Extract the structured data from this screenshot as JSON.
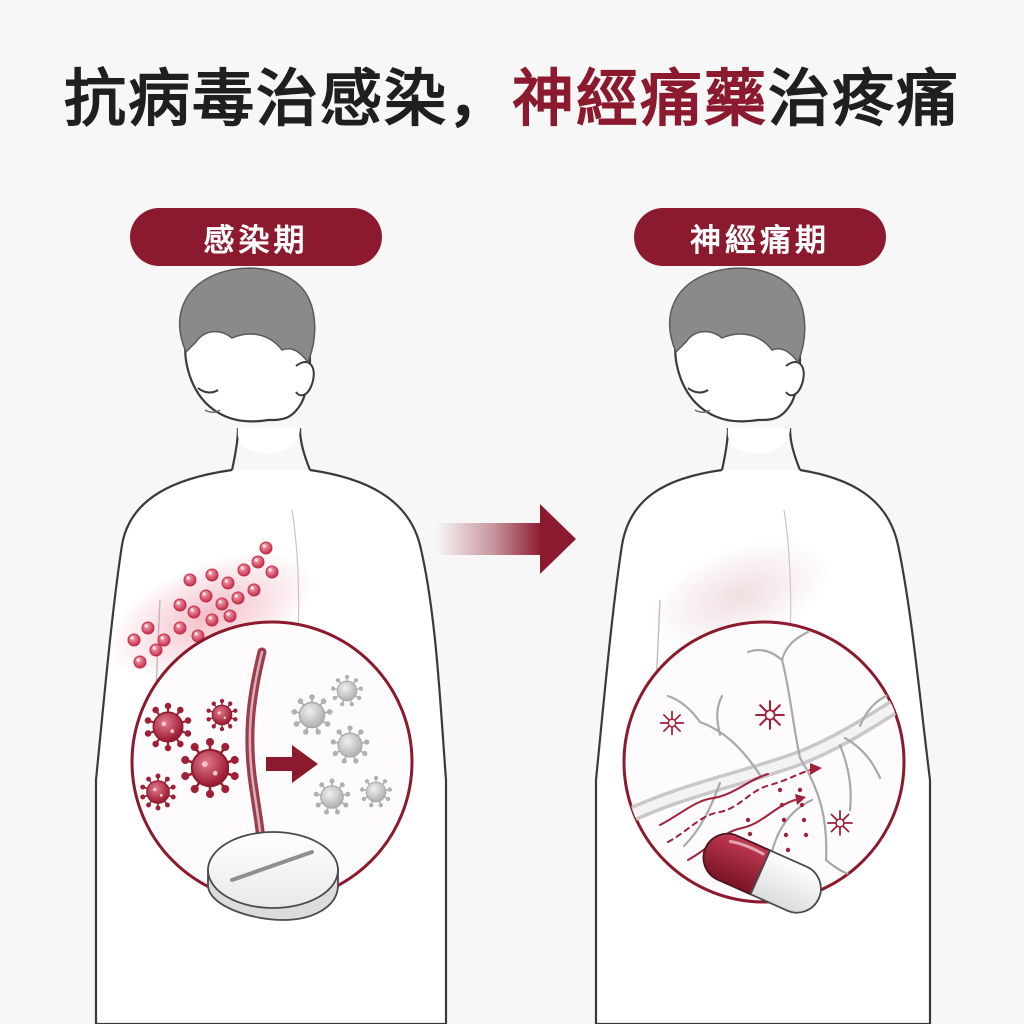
{
  "title": {
    "part1": "抗病毒治感染，",
    "part2": "神經痛藥",
    "part3": "治疼痛"
  },
  "stages": {
    "left_label": "感染期",
    "right_label": "神經痛期"
  },
  "colors": {
    "accent": "#8b1a2e",
    "rash": "#d9536a",
    "virus_inactive": "#c9c9c9",
    "hair": "#8a8a8a",
    "background": "#f7f7f7"
  },
  "icons": {
    "left_zoom": [
      "virus-icon",
      "antiviral-tablet-icon",
      "inactivated-virus-icon"
    ],
    "right_zoom": [
      "nerve-icon",
      "pain-spark-icon",
      "nerve-pain-capsule-icon"
    ]
  }
}
